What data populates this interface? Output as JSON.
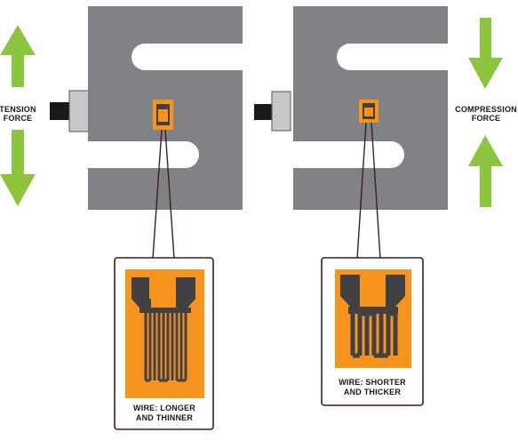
{
  "left": {
    "force_label_line1": "TENSION",
    "force_label_line2": "FORCE",
    "wire_label_line1": "WIRE: LONGER",
    "wire_label_line2": "AND THINNER"
  },
  "right": {
    "force_label_line1": "COMPRESSION",
    "force_label_line2": "FORCE",
    "wire_label_line1": "WIRE: SHORTER",
    "wire_label_line2": "AND THICKER"
  },
  "colors": {
    "arrow": "#8cc63f",
    "load_cell": "#808285",
    "gauge": "#f7941d",
    "grid": "#414042",
    "leader": "#3c1f1f"
  },
  "icons": [
    "arrow-up-icon",
    "arrow-down-icon",
    "connector-plug-icon",
    "strain-gauge-icon"
  ]
}
